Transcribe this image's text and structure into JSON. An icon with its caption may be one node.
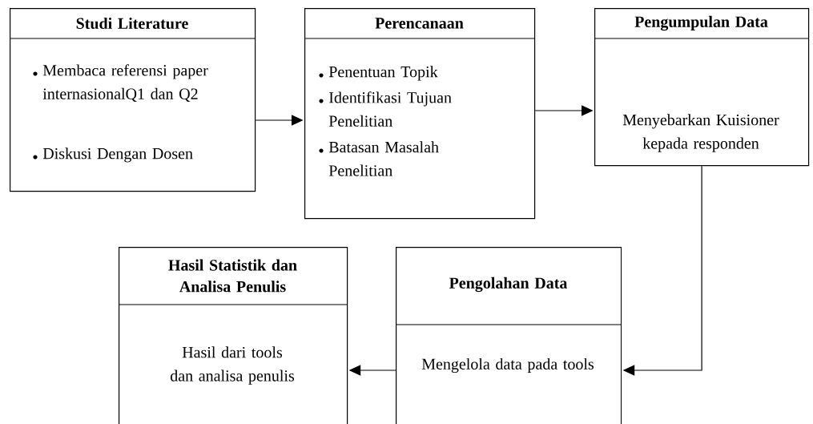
{
  "diagram": {
    "nodes": [
      {
        "text": [
          "Studi Literature",
          "Membaca referensi paper internasionalQ1 dan Q2",
          "Diskusi Dengan Dosen"
        ]
      },
      {
        "text": [
          "Perencanaan",
          "Penentuan Topik",
          "Identifikasi Tujuan Penelitian",
          "Batasan Masalah Penelitian"
        ]
      },
      {
        "text": [
          "Pengumpulan Data",
          "Menyebarkan Kuisioner kepada responden"
        ]
      },
      {
        "text": [
          "Pengolahan Data",
          "Mengelola data pada tools"
        ]
      },
      {
        "text": [
          "Hasil Statistik dan Analisa Penulis",
          "Hasil dari tools dan analisa penulis"
        ]
      }
    ],
    "edges": [
      {
        "from": 0,
        "to": 1,
        "arrow": "to"
      },
      {
        "from": 1,
        "to": 2,
        "arrow": "to"
      },
      {
        "from": 2,
        "to": 3,
        "arrow": "to"
      },
      {
        "from": 3,
        "to": 4,
        "arrow": "to"
      }
    ]
  }
}
